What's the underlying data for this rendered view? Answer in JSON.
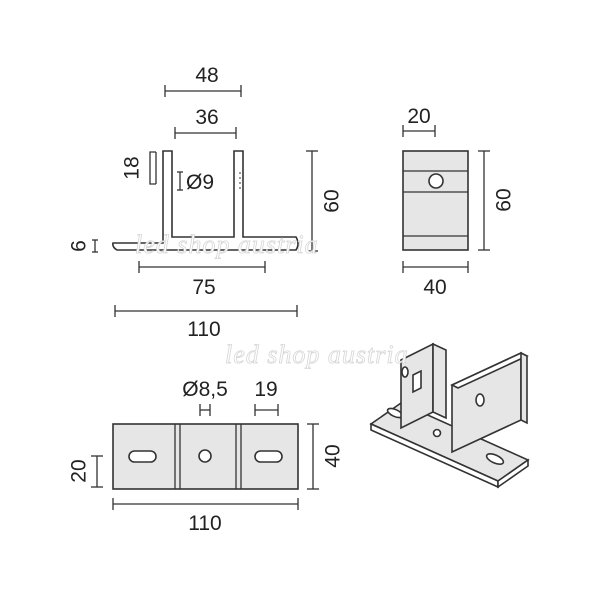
{
  "colors": {
    "outline": "#333333",
    "fill": "#e6e6e6",
    "background": "#ffffff"
  },
  "front_view": {
    "dim_48": "48",
    "dim_36": "36",
    "dim_18": "18",
    "dim_hole": "Ø9",
    "dim_6": "6",
    "dim_60": "60",
    "dim_75": "75",
    "dim_110": "110"
  },
  "side_view": {
    "dim_20": "20",
    "dim_60": "60",
    "dim_40": "40"
  },
  "top_view": {
    "dim_hole": "Ø8,5",
    "dim_19": "19",
    "dim_20": "20",
    "dim_40": "40",
    "dim_110": "110"
  },
  "watermark": {
    "text_1": "led shop austria",
    "text_2": "led shop austria"
  }
}
